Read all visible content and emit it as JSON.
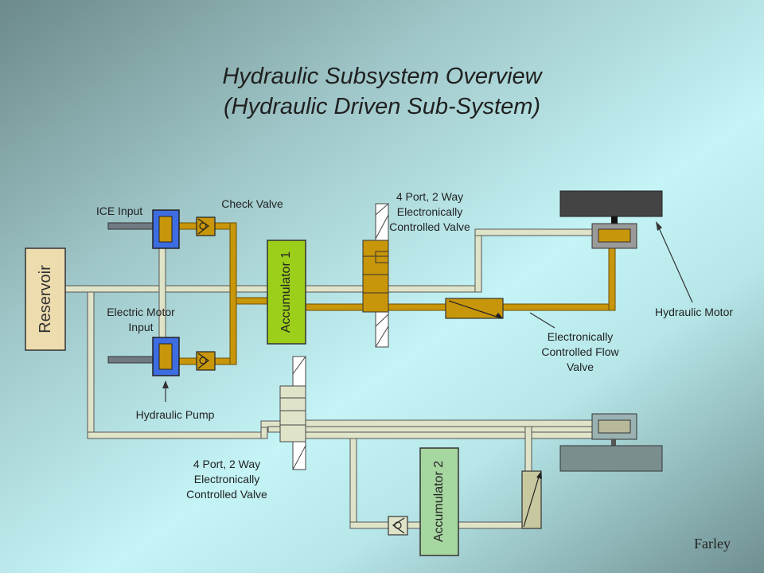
{
  "title_line1": "Hydraulic Subsystem Overview",
  "title_line2": "(Hydraulic Driven Sub-System)",
  "labels": {
    "ice_input": "ICE Input",
    "check_valve": "Check Valve",
    "valve_top": "4 Port, 2 Way Electronically Controlled Valve",
    "reservoir": "Reservoir",
    "electric_motor_input": "Electric Motor Input",
    "accumulator1": "Accumulator 1",
    "accumulator2": "Accumulator 2",
    "hydraulic_motor": "Hydraulic Motor",
    "flow_valve": "Electronically Controlled Flow Valve",
    "hydraulic_pump": "Hydraulic Pump",
    "valve_bottom": "4 Port, 2 Way Electronically Controlled Valve",
    "author": "Farley"
  },
  "colors": {
    "pipe_gold": "#c8960a",
    "pipe_light": "#dfe3c8",
    "pump_blue": "#3d6de0",
    "accumulator_green": "#9ccf1a",
    "accumulator2_green": "#a6d7a1",
    "reservoir_fill": "#ecdcae",
    "motor_dark": "#444444",
    "motor_box": "#9a9a9a"
  }
}
